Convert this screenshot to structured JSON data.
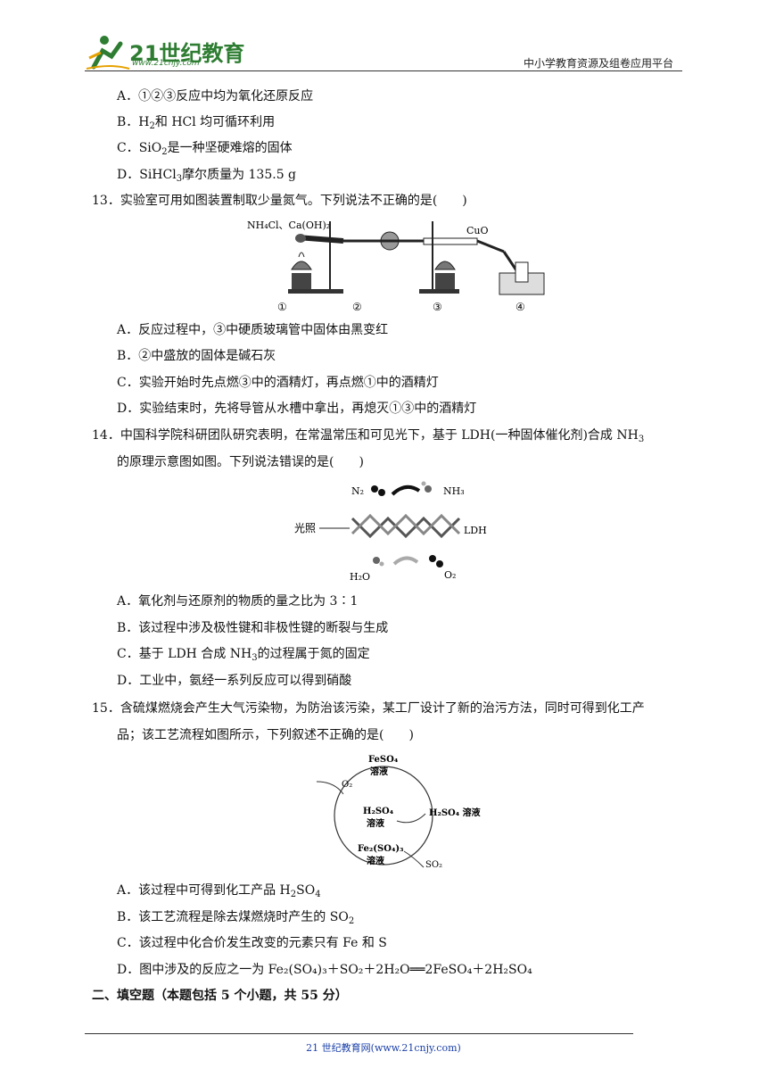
{
  "header": {
    "logo_text": "21世纪教育",
    "logo_url": "www.21cnjy.com",
    "site_title": "中小学教育资源及组卷应用平台"
  },
  "q12_options": {
    "A": "A．①②③反应中均为氧化还原反应",
    "B_pre": "B．H",
    "B_sub": "2",
    "B_post": "和 HCl 均可循环利用",
    "C_pre": "C．SiO",
    "C_sub": "2",
    "C_post": "是一种坚硬难熔的固体",
    "D_pre": "D．SiHCl",
    "D_sub": "3",
    "D_post": "摩尔质量为 135.5 g"
  },
  "q13": {
    "stem": "13．实验室可用如图装置制取少量氮气。下列说法不正确的是(　　)",
    "fig_label_reagents": "NH₄Cl、Ca(OH)₂",
    "fig_label_cuo": "CuO",
    "fig_nums": [
      "①",
      "②",
      "③",
      "④"
    ],
    "A": "A．反应过程中，③中硬质玻璃管中固体由黑变红",
    "B": "B．②中盛放的固体是碱石灰",
    "C": "C．实验开始时先点燃③中的酒精灯，再点燃①中的酒精灯",
    "D": "D．实验结束时，先将导管从水槽中拿出，再熄灭①③中的酒精灯"
  },
  "q14": {
    "stem1_pre": "14．中国科学院科研团队研究表明，在常温常压和可见光下，基于 LDH(一种固体催化剂)合成 NH",
    "stem1_sub": "3",
    "stem2": "的原理示意图如图。下列说法错误的是(　　)",
    "fig_n2": "N₂",
    "fig_nh3": "NH₃",
    "fig_light": "光照",
    "fig_ldh": "LDH",
    "fig_h2o": "H₂O",
    "fig_o2": "O₂",
    "A": "A．氧化剂与还原剂的物质的量之比为 3∶1",
    "B": "B．该过程中涉及极性键和非极性键的断裂与生成",
    "C_pre": "C．基于 LDH 合成 NH",
    "C_sub": "3",
    "C_post": "的过程属于氮的固定",
    "D": "D．工业中，氨经一系列反应可以得到硝酸"
  },
  "q15": {
    "stem1": "15．含硫煤燃烧会产生大气污染物，为防治该污染，某工厂设计了新的治污方法，同时可得到化工产",
    "stem2": "品；该工艺流程如图所示，下列叙述不正确的是(　　)",
    "fig_feso4": "FeSO₄",
    "fig_rongye": "溶液",
    "fig_o2": "O₂",
    "fig_h2so4": "H₂SO₄",
    "fig_h2so4_out": "H₂SO₄ 溶液",
    "fig_fe2so43": "Fe₂(SO₄)₃",
    "fig_so2": "SO₂",
    "A_pre": "A．该过程中可得到化工产品 H",
    "A_sub1": "2",
    "A_mid": "SO",
    "A_sub2": "4",
    "B_pre": "B．该工艺流程是除去煤燃烧时产生的 SO",
    "B_sub": "2",
    "C": "C．该过程中化合价发生改变的元素只有 Fe 和 S",
    "D": "D．图中涉及的反应之一为 Fe₂(SO₄)₃＋SO₂＋2H₂O══2FeSO₄＋2H₂SO₄"
  },
  "section2": "二、填空题（本题包括 5 个小题，共 55 分）",
  "footer": "21 世纪教育网(www.21cnjy.com)"
}
